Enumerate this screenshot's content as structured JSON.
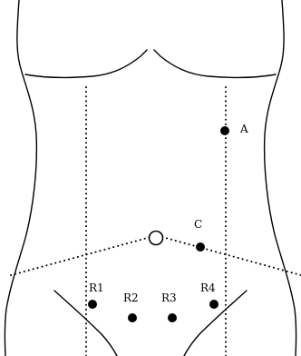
{
  "colors": {
    "stroke": "#000000",
    "background": "#ffffff",
    "port_fill": "#000000",
    "camera_fill": "#ffffff"
  },
  "ports": [
    {
      "id": "a",
      "label": "A",
      "type": "filled"
    },
    {
      "id": "c",
      "label": "C",
      "type": "filled"
    },
    {
      "id": "r1",
      "label": "R1",
      "type": "filled"
    },
    {
      "id": "r2",
      "label": "R2",
      "type": "filled"
    },
    {
      "id": "r3",
      "label": "R3",
      "type": "filled"
    },
    {
      "id": "r4",
      "label": "R4",
      "type": "filled"
    }
  ],
  "camera_port": {
    "type": "open"
  }
}
